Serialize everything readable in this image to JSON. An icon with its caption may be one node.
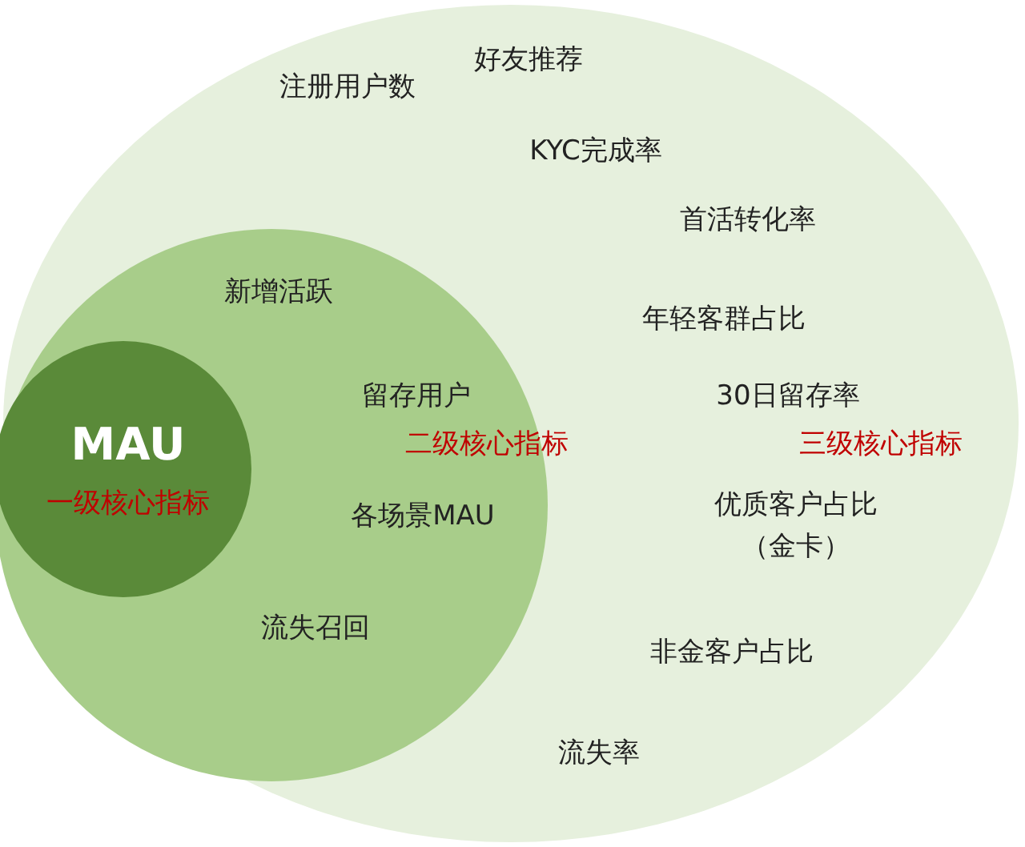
{
  "diagram": {
    "nodes": [
      {
        "text": [
          "注册用户数",
          "好友推荐",
          "KYC完成率",
          "首活转化率",
          "年轻客群占比",
          "30日留存率",
          "三级核心指标",
          "优质客户占比（金卡）",
          "非金客户占比",
          "流失率"
        ]
      },
      {
        "text": [
          "新增活跃",
          "留存用户",
          "二级核心指标",
          "各场景MAU",
          "流失召回"
        ],
        "in": 0
      },
      {
        "text": [
          "MAU",
          "一级核心指标"
        ],
        "in": 1
      }
    ]
  }
}
